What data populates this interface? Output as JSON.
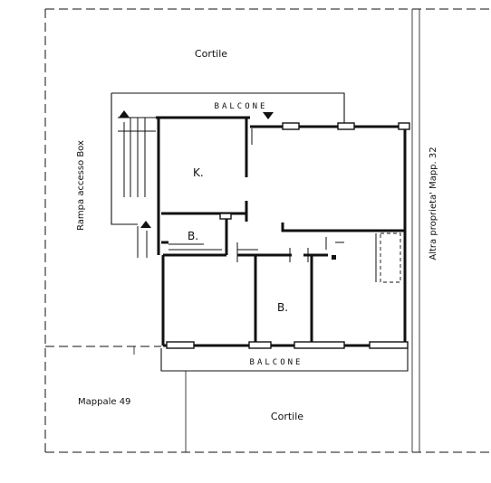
{
  "plan": {
    "labels": {
      "courtyard_top": "Cortile",
      "courtyard_bottom": "Cortile",
      "balcony_top": "BALCONE",
      "balcony_bottom": "BALCONE",
      "ramp": "Rampa accesso Box",
      "neighbor": "Altra proprieta'  Mapp. 32",
      "parcel": "Mappale  49",
      "kitchen": "K.",
      "bath_small": "B.",
      "bath_large": "B."
    },
    "line_color": "#111111",
    "background": "#ffffff"
  }
}
